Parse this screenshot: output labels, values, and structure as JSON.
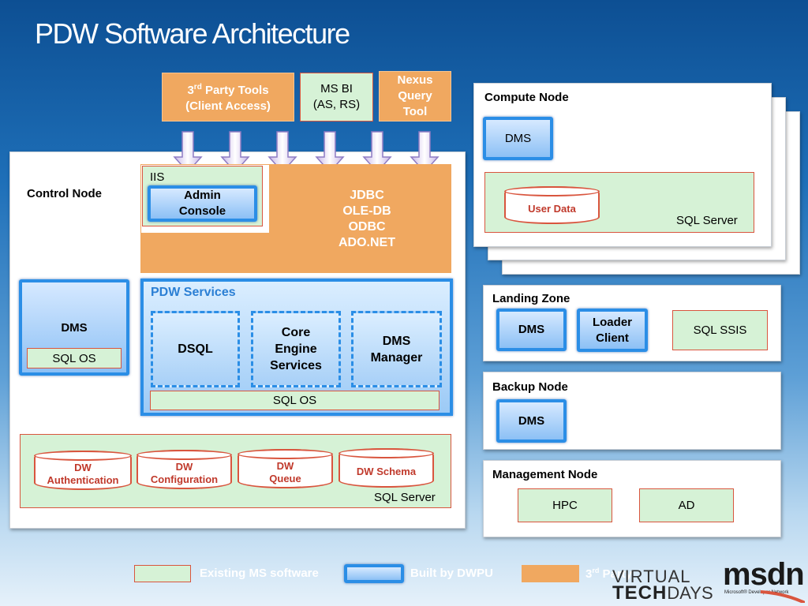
{
  "title": "PDW Software Architecture",
  "top_boxes": {
    "third_party_line1": "3",
    "third_party_sup": "rd",
    "third_party_line1b": " Party Tools",
    "third_party_line2": "(Client Access)",
    "msbi_line1": "MS BI",
    "msbi_line2": "(AS, RS)",
    "nexus_line1": "Nexus",
    "nexus_line2": "Query",
    "nexus_line3": "Tool"
  },
  "control_node": {
    "label": "Control Node",
    "iis": "IIS",
    "admin_console_1": "Admin",
    "admin_console_2": "Console",
    "drivers": [
      "JDBC",
      "OLE-DB",
      "ODBC",
      "ADO.NET"
    ],
    "dms": "DMS",
    "dms_sql_os": "SQL OS",
    "pdw_services": "PDW Services",
    "dsql": "DSQL",
    "core_1": "Core",
    "core_2": "Engine",
    "core_3": "Services",
    "dms_manager_1": "DMS",
    "dms_manager_2": "Manager",
    "services_sql_os": "SQL OS",
    "sql_server": "SQL Server",
    "databases": [
      {
        "l1": "DW",
        "l2": "Authentication"
      },
      {
        "l1": "DW",
        "l2": "Configuration"
      },
      {
        "l1": "DW",
        "l2": "Queue"
      },
      {
        "l1": "DW Schema",
        "l2": ""
      }
    ]
  },
  "compute_node": {
    "label": "Compute Node",
    "dms": "DMS",
    "user_data": "User Data",
    "sql_server": "SQL Server"
  },
  "landing_zone": {
    "label": "Landing Zone",
    "dms": "DMS",
    "loader_1": "Loader",
    "loader_2": "Client",
    "sql_ssis": "SQL SSIS"
  },
  "backup_node": {
    "label": "Backup Node",
    "dms": "DMS"
  },
  "management_node": {
    "label": "Management Node",
    "hpc": "HPC",
    "ad": "AD"
  },
  "legend": {
    "existing": "Existing MS software",
    "built": "Built by DWPU",
    "third_a": "3",
    "third_sup": "rd",
    "third_b": " Party"
  },
  "branding": {
    "virtual": "VIRTUAL",
    "tech": "TECH",
    "days": "DAYS",
    "msdn": "msdn",
    "msdn_sub": "Microsoft® Developer Network"
  },
  "colors": {
    "existing_ms": "#d6f2d6",
    "built_by_dwpu": "#2b8ee6",
    "third_party": "#f0a860",
    "accent_red": "#d9553e"
  }
}
